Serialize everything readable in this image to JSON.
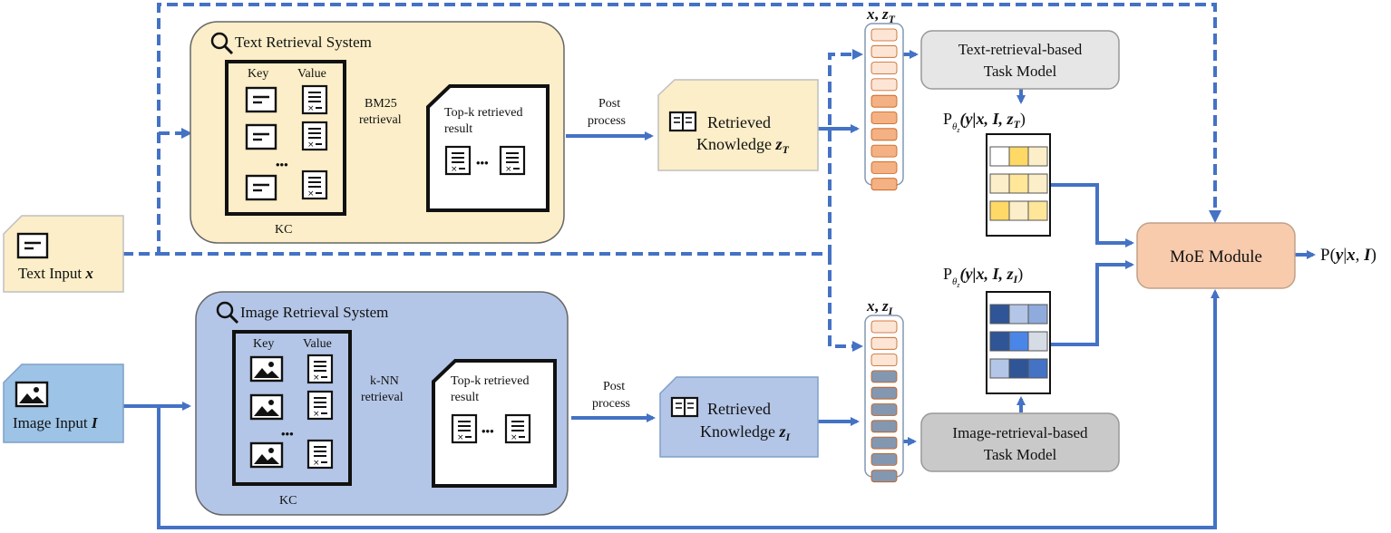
{
  "colors": {
    "text_system_fill": "#fbeec8",
    "image_system_fill": "#b4c6e7",
    "text_input_fill": "#fbeec8",
    "image_input_fill": "#9dc3e6",
    "moe_fill": "#f8cbad",
    "task_model_text_fill": "#e7e6e6",
    "task_model_image_fill": "#c9c9c9",
    "arrow": "#4472c4"
  },
  "text_input": {
    "label": "Text Input",
    "var": "x"
  },
  "image_input": {
    "label": "Image Input",
    "var": "I"
  },
  "text_system": {
    "title": "Text Retrieval System",
    "key_header": "Key",
    "value_header": "Value",
    "kc_label": "KC",
    "retrieval_label_1": "BM25",
    "retrieval_label_2": "retrieval",
    "topk_line1": "Top-k retrieved",
    "topk_line2": "result",
    "ellipsis": "•••"
  },
  "image_system": {
    "title": "Image Retrieval System",
    "key_header": "Key",
    "value_header": "Value",
    "kc_label": "KC",
    "retrieval_label_1": "k-NN",
    "retrieval_label_2": "retrieval",
    "topk_line1": "Top-k retrieved",
    "topk_line2": "result",
    "ellipsis": "•••"
  },
  "post_process_text": {
    "line1": "Post",
    "line2": "process"
  },
  "post_process_image": {
    "line1": "Post",
    "line2": "process"
  },
  "retrieved_text": {
    "line1": "Retrieved",
    "line2": "Knowledge",
    "var": "z",
    "sub": "T"
  },
  "retrieved_image": {
    "line1": "Retrieved",
    "line2": "Knowledge",
    "var": "z",
    "sub": "I"
  },
  "text_stack": {
    "label_a": "x",
    "label_sep": ", ",
    "label_b": "z",
    "label_sub": "T",
    "cells": [
      "#fde5d6",
      "#fde5d6",
      "#fde5d6",
      "#fde5d6",
      "#f4b183",
      "#f4b183",
      "#f4b183",
      "#f4b183",
      "#f4b183",
      "#f4b183"
    ]
  },
  "image_stack": {
    "label_a": "x",
    "label_sep": ", ",
    "label_b": "z",
    "label_sub": "I",
    "cells": [
      "#fde5d6",
      "#fde5d6",
      "#fde5d6",
      "#8497b0",
      "#8497b0",
      "#8497b0",
      "#8497b0",
      "#8497b0",
      "#8497b0",
      "#8497b0"
    ]
  },
  "task_model_text": {
    "line1": "Text-retrieval-based",
    "line2": "Task Model"
  },
  "task_model_image": {
    "line1": "Image-retrieval-based",
    "line2": "Task Model"
  },
  "prob_text": {
    "prefix": "P",
    "sub": "θ",
    "subsub": "z",
    "args": "(y|x, I, z",
    "argsub": "T",
    "close": ")",
    "grid": [
      [
        "#ffffff",
        "#ffd966",
        "#fbeec8"
      ],
      [
        "#fbeec8",
        "#ffe699",
        "#fbeec8"
      ],
      [
        "#ffd966",
        "#fbeec8",
        "#ffe699"
      ]
    ]
  },
  "prob_image": {
    "prefix": "P",
    "sub": "θ",
    "subsub": "z",
    "args": "(y|x, I, z",
    "argsub": "I",
    "close": ")",
    "grid": [
      [
        "#2f5597",
        "#b4c6e7",
        "#8faadc"
      ],
      [
        "#2f5597",
        "#4a86e8",
        "#d6dce5"
      ],
      [
        "#b4c6e7",
        "#2f5597",
        "#4472c4"
      ]
    ]
  },
  "moe": {
    "label": "MoE Module"
  },
  "output": {
    "prefix": "P(",
    "y": "y",
    "bar": "|",
    "x": "x",
    "comma": ", ",
    "I": "I",
    "close": ")"
  }
}
